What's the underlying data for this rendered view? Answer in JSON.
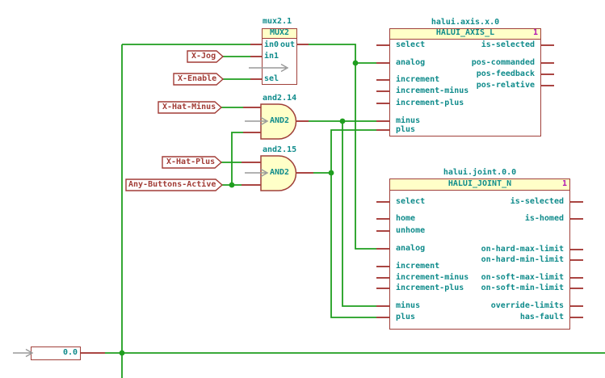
{
  "mux": {
    "title": "mux2.1",
    "header": "MUX2",
    "pin_in0": "in0",
    "pin_in1": "in1",
    "pin_sel": "sel",
    "pin_out": "out"
  },
  "and14": {
    "title": "and2.14",
    "label": "AND2"
  },
  "and15": {
    "title": "and2.15",
    "label": "AND2"
  },
  "axis": {
    "title": "halui.axis.x.0",
    "header": "HALUI_AXIS_L",
    "instance": "1",
    "left_pins": [
      "select",
      "analog",
      "increment",
      "increment-minus",
      "increment-plus",
      "minus",
      "plus"
    ],
    "right_pins": [
      "is-selected",
      "pos-commanded",
      "pos-feedback",
      "pos-relative"
    ]
  },
  "joint": {
    "title": "halui.joint.0.0",
    "header": "HALUI_JOINT_N",
    "instance": "1",
    "left_pins": [
      "select",
      "home",
      "unhome",
      "analog",
      "increment",
      "increment-minus",
      "increment-plus",
      "minus",
      "plus"
    ],
    "right_pins": [
      "is-selected",
      "is-homed",
      "on-hard-max-limit",
      "on-hard-min-limit",
      "on-soft-max-limit",
      "on-soft-min-limit",
      "override-limits",
      "has-fault"
    ]
  },
  "net_labels": {
    "x_jog": "X-Jog",
    "x_enable": "X-Enable",
    "x_hat_minus": "X-Hat-Minus",
    "x_hat_plus": "X-Hat-Plus",
    "any_buttons_active": "Any-Buttons-Active"
  },
  "constant": {
    "value": "0.0"
  },
  "colors": {
    "wire_green": "#1f9e1f",
    "pin_stub_red": "#9e2b28",
    "component_outline": "#a0403a",
    "component_fill": "#ffffc8",
    "pin_text_teal": "#0f8b8b",
    "net_label_red": "#a23c36",
    "instance_number_magenta": "#b112b1",
    "direction_arrow_gray": "#999999"
  }
}
